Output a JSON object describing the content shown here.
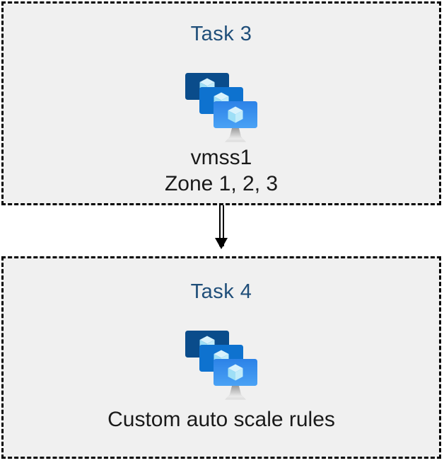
{
  "boxes": [
    {
      "title": "Task 3",
      "icon": "vm-scale-sets",
      "labels": [
        "vmss1",
        "Zone 1, 2, 3"
      ]
    },
    {
      "title": "Task 4",
      "icon": "vm-scale-sets",
      "labels": [
        "Custom auto scale rules"
      ]
    }
  ],
  "connector": {
    "type": "double-line-arrow",
    "direction": "down"
  },
  "colors": {
    "box_background": "#f0f0f0",
    "box_border": "#000000",
    "title_text": "#1f4e79",
    "body_text": "#1a1a1a",
    "monitor_back": "#0a4c8b",
    "monitor_middle": "#0e72cf",
    "monitor_front_top": "#2c82e7",
    "monitor_front_bottom": "#4aa2f5",
    "cube_top": "#d8f2fc",
    "cube_left": "#9edff6",
    "cube_right": "#c1ecfa",
    "stand_top": "#9c9c9c",
    "stand_bottom": "#e9e9e9"
  }
}
